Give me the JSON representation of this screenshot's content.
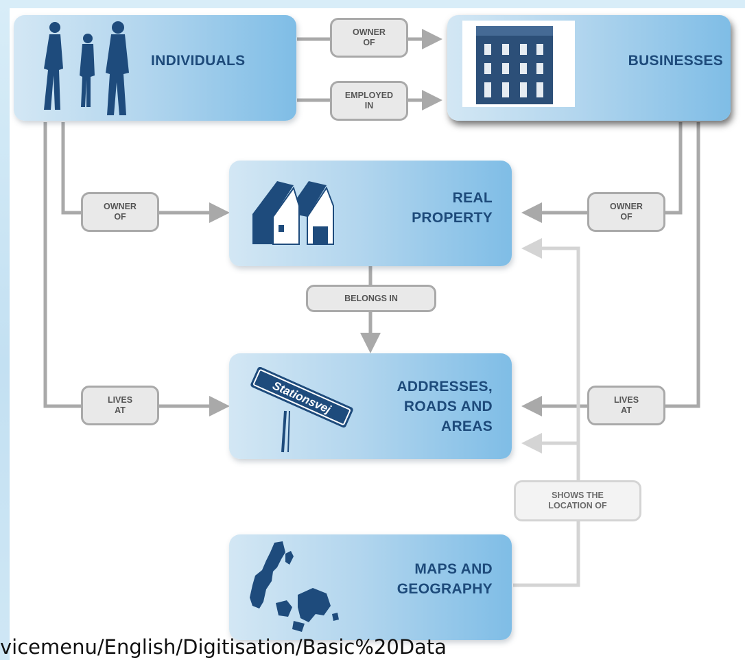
{
  "nodes": {
    "individuals": "INDIVIDUALS",
    "businesses": "BUSINESSES",
    "real_property_line1": "REAL",
    "real_property_line2": "PROPERTY",
    "addresses_line1": "ADDRESSES,",
    "addresses_line2": "ROADS AND",
    "addresses_line3": "AREAS",
    "maps_line1": "MAPS AND",
    "maps_line2": "GEOGRAPHY"
  },
  "relations": {
    "owner_of_top_1": "OWNER",
    "owner_of_top_2": "OF",
    "employed_in_1": "EMPLOYED",
    "employed_in_2": "IN",
    "owner_of_left_1": "OWNER",
    "owner_of_left_2": "OF",
    "owner_of_right_1": "OWNER",
    "owner_of_right_2": "OF",
    "belongs_in": "BELONGS IN",
    "lives_at_left_1": "LIVES",
    "lives_at_left_2": "AT",
    "lives_at_right_1": "LIVES",
    "lives_at_right_2": "AT",
    "shows_location_1": "SHOWS THE",
    "shows_location_2": "LOCATION OF"
  },
  "images": {
    "street_sign_text": "Stationsvej"
  },
  "footer_url": "vicemenu/English/Digitisation/Basic%20Data",
  "colors": {
    "node_text": "#1d4a7a",
    "connector": "#a9a9a9",
    "connector_light": "#d4d4d4",
    "node_gradient_end": "#7fbde6"
  }
}
